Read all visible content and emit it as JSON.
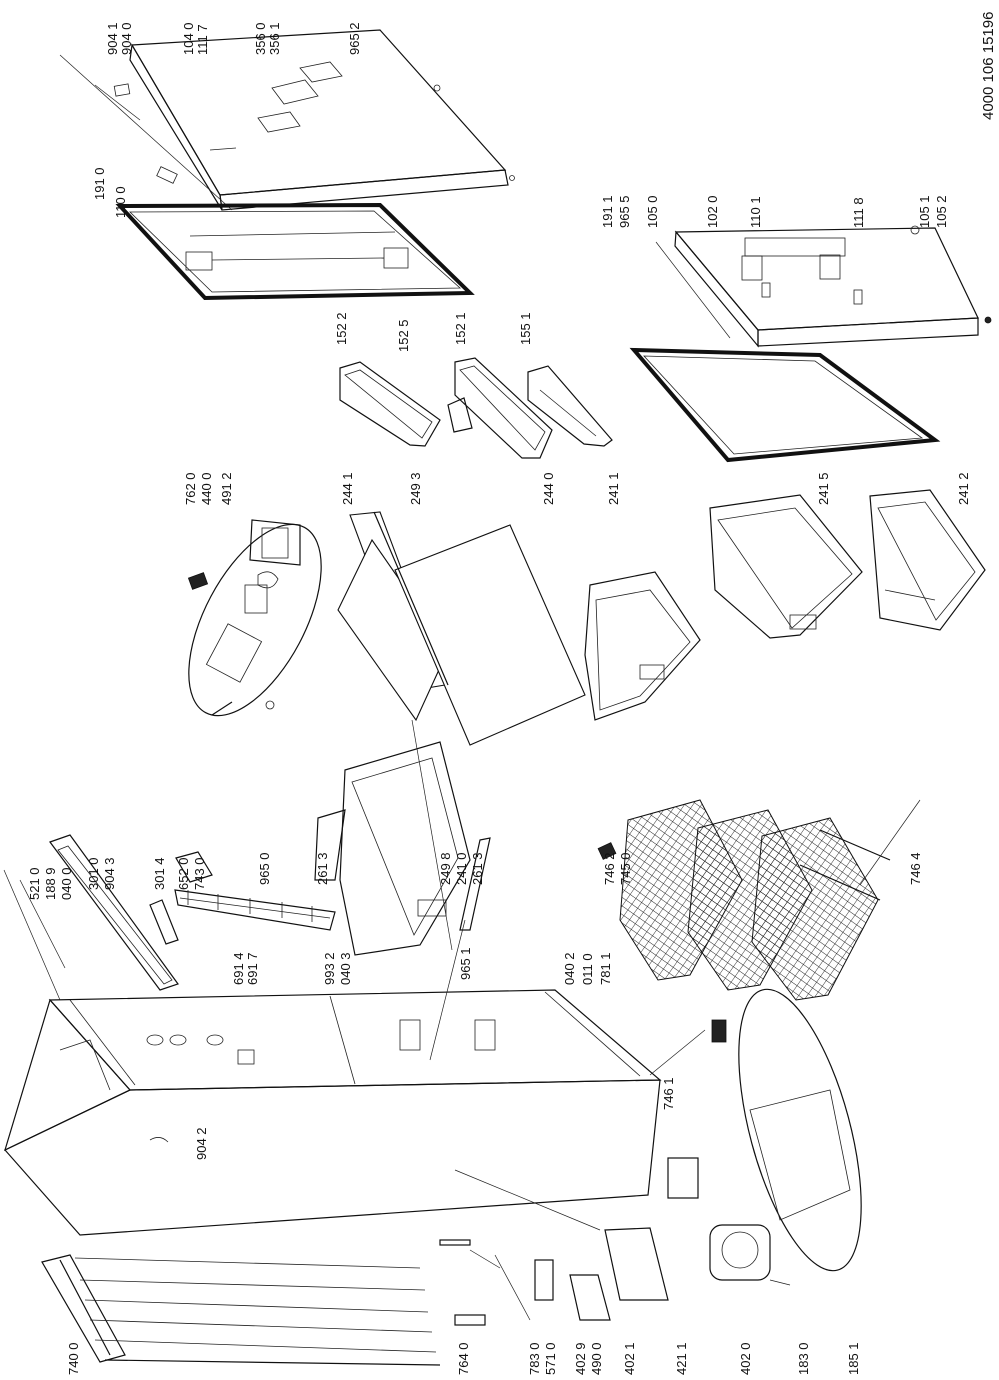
{
  "document_number": "4000 106 15196",
  "labels": [
    {
      "id": "p9041",
      "text": "904 1"
    },
    {
      "id": "p9040",
      "text": "904 0"
    },
    {
      "id": "p1040",
      "text": "104 0"
    },
    {
      "id": "p1117",
      "text": "111 7"
    },
    {
      "id": "p3560",
      "text": "356 0"
    },
    {
      "id": "p3561",
      "text": "356 1"
    },
    {
      "id": "p9652",
      "text": "965 2"
    },
    {
      "id": "p1910",
      "text": "191 0"
    },
    {
      "id": "p1100",
      "text": "110 0"
    },
    {
      "id": "p1522",
      "text": "152 2"
    },
    {
      "id": "p1525",
      "text": "152 5"
    },
    {
      "id": "p1521",
      "text": "152 1"
    },
    {
      "id": "p1551",
      "text": "155 1"
    },
    {
      "id": "p1911",
      "text": "191 1"
    },
    {
      "id": "p9655",
      "text": "965 5"
    },
    {
      "id": "p1050",
      "text": "105 0"
    },
    {
      "id": "p1020",
      "text": "102 0"
    },
    {
      "id": "p1101",
      "text": "110 1"
    },
    {
      "id": "p1118",
      "text": "111 8"
    },
    {
      "id": "p1051",
      "text": "105 1"
    },
    {
      "id": "p1052",
      "text": "105 2"
    },
    {
      "id": "p7620",
      "text": "762 0"
    },
    {
      "id": "p4400",
      "text": "440 0"
    },
    {
      "id": "p4912",
      "text": "491 2"
    },
    {
      "id": "p2441",
      "text": "244 1"
    },
    {
      "id": "p2493",
      "text": "249 3"
    },
    {
      "id": "p2440",
      "text": "244 0"
    },
    {
      "id": "p2411",
      "text": "241 1"
    },
    {
      "id": "p2415",
      "text": "241 5"
    },
    {
      "id": "p2412",
      "text": "241 2"
    },
    {
      "id": "p5210",
      "text": "521 0"
    },
    {
      "id": "p1889",
      "text": "188 9"
    },
    {
      "id": "p0400",
      "text": "040 0"
    },
    {
      "id": "p3010",
      "text": "301 0"
    },
    {
      "id": "p9043",
      "text": "904 3"
    },
    {
      "id": "p3014",
      "text": "301 4"
    },
    {
      "id": "p6520",
      "text": "652 0"
    },
    {
      "id": "p7430",
      "text": "743 0"
    },
    {
      "id": "p9650",
      "text": "965 0"
    },
    {
      "id": "p2613a",
      "text": "261 3"
    },
    {
      "id": "p2498",
      "text": "249 8"
    },
    {
      "id": "p2410",
      "text": "241 0"
    },
    {
      "id": "p2613b",
      "text": "261 3"
    },
    {
      "id": "p6914",
      "text": "691 4"
    },
    {
      "id": "p6917",
      "text": "691 7"
    },
    {
      "id": "p9932",
      "text": "993 2"
    },
    {
      "id": "p0403",
      "text": "040 3"
    },
    {
      "id": "p9651",
      "text": "965 1"
    },
    {
      "id": "p0402",
      "text": "040 2"
    },
    {
      "id": "p0110",
      "text": "011 0"
    },
    {
      "id": "p7811",
      "text": "781 1"
    },
    {
      "id": "p7462",
      "text": "746 2"
    },
    {
      "id": "p7450",
      "text": "745 0"
    },
    {
      "id": "p7464",
      "text": "746 4"
    },
    {
      "id": "p7461",
      "text": "746 1"
    },
    {
      "id": "p9042",
      "text": "904 2"
    },
    {
      "id": "p7400",
      "text": "740 0"
    },
    {
      "id": "p7640",
      "text": "764 0"
    },
    {
      "id": "p7830",
      "text": "783 0"
    },
    {
      "id": "p5710",
      "text": "571 0"
    },
    {
      "id": "p4029",
      "text": "402 9"
    },
    {
      "id": "p4900",
      "text": "490 0"
    },
    {
      "id": "p4021",
      "text": "402 1"
    },
    {
      "id": "p4211",
      "text": "421 1"
    },
    {
      "id": "p4020",
      "text": "402 0"
    },
    {
      "id": "p1830",
      "text": "183 0"
    },
    {
      "id": "p1851",
      "text": "185 1"
    }
  ]
}
